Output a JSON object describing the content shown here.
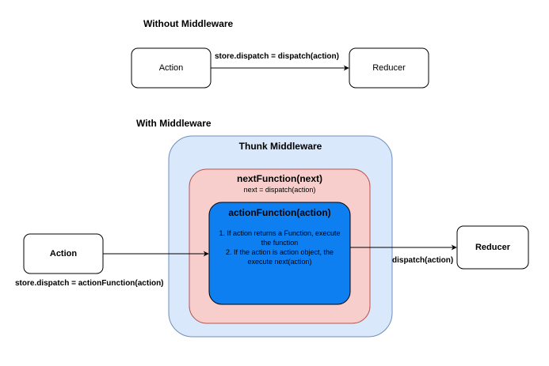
{
  "without": {
    "heading": "Without Middleware",
    "action_label": "Action",
    "edge_label": "store.dispatch = dispatch(action)",
    "reducer_label": "Reducer"
  },
  "with": {
    "heading": "With Middleware",
    "thunk_title": "Thunk Middleware",
    "next_title": "nextFunction(next)",
    "next_subtitle": "next = dispatch(action)",
    "action_fn_title": "actionFunction(action)",
    "action_fn_line1": "1. If action returns a Function, execute",
    "action_fn_line2": "the function",
    "action_fn_line3": "2. If the action is action object, the",
    "action_fn_line4": "execute next(action)",
    "action_label": "Action",
    "action_edge_label": "store.dispatch = actionFunction(action)",
    "reducer_label": "Reducer",
    "reducer_edge_label": "dispatch(action)"
  },
  "colors": {
    "thunk_fill": "#dae8fc",
    "thunk_stroke": "#6c8ebf",
    "next_fill": "#f8cecc",
    "next_stroke": "#b85450",
    "action_fn_fill": "#0d7ff0",
    "action_fn_stroke": "#000000"
  }
}
